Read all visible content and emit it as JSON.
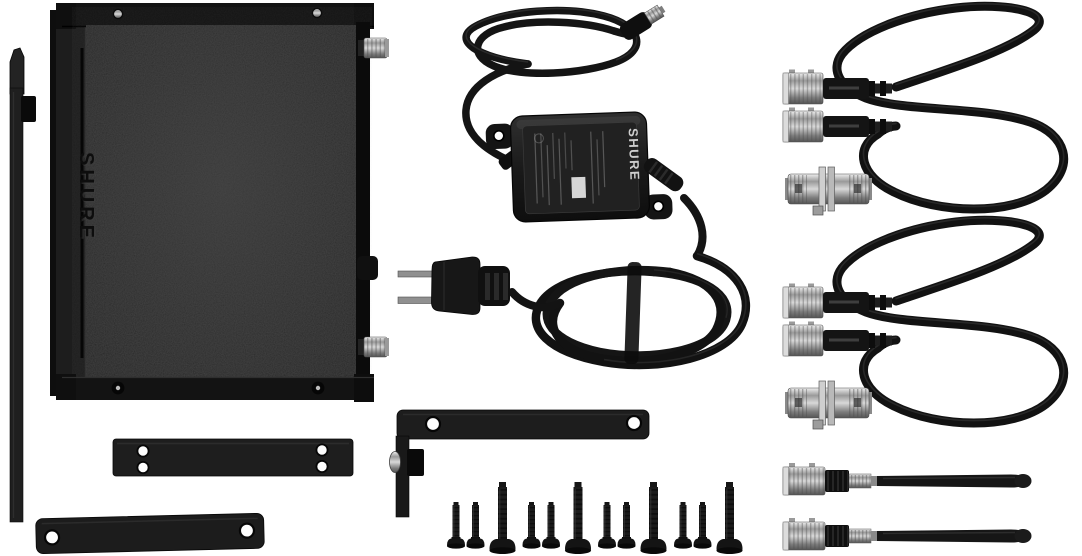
{
  "page": {
    "type": "product-photo",
    "title": "Shure wireless rack receiver kit contents",
    "background": "#ffffff"
  },
  "branding": {
    "receiver_logo": "SHURE",
    "adapter_logo": "SHURE"
  },
  "colors": {
    "hardware_black": "#1c1c1c",
    "deep_black": "#0c0c0c",
    "metal_silver": "#b8b8b8",
    "cable_black": "#121212",
    "background": "#ffffff"
  },
  "parts": [
    {
      "name": "half-rack receiver unit (top view)",
      "quantity": 1
    },
    {
      "name": "AC power adapter with coiled cords and barrel plug",
      "quantity": 1
    },
    {
      "name": "two-prong US power plug",
      "quantity": 1
    },
    {
      "name": "looped BNC coaxial cable",
      "quantity": 2
    },
    {
      "name": "BNC bulkhead barrel adapter",
      "quantity": 2
    },
    {
      "name": "BNC whip antenna",
      "quantity": 2
    },
    {
      "name": "long L rack bracket",
      "quantity": 1
    },
    {
      "name": "short L rack bracket",
      "quantity": 1
    },
    {
      "name": "flat link plate with four holes",
      "quantity": 1
    },
    {
      "name": "short mounting screw",
      "quantity": 8
    },
    {
      "name": "long mounting screw",
      "quantity": 4
    }
  ]
}
